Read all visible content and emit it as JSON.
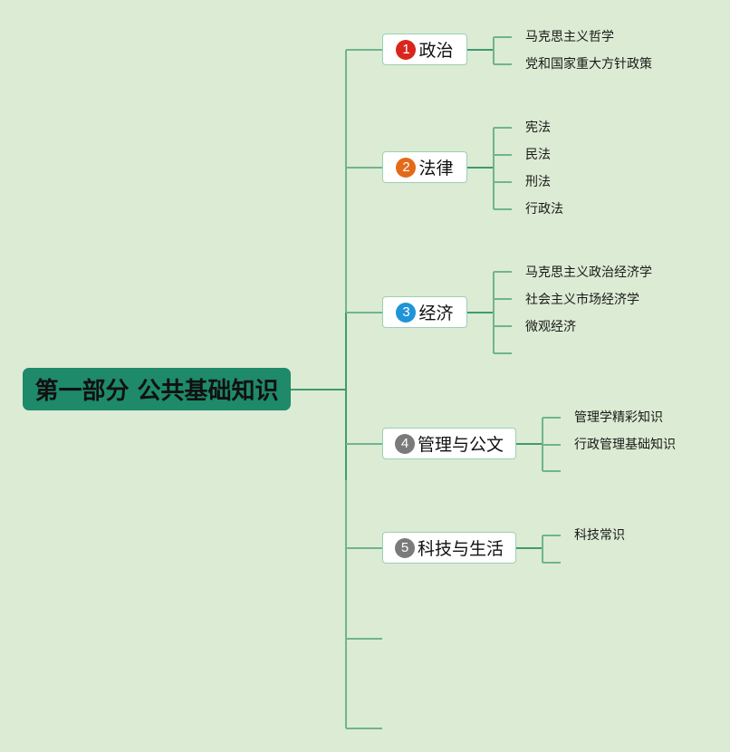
{
  "root": {
    "label": "第一部分 公共基础知识",
    "color": "#1e8a6a"
  },
  "line_color": "#6fb58e",
  "topics": [
    {
      "number": "1",
      "label": "政治",
      "badge_color": "#d8261c",
      "subtopics": [
        "马克思主义哲学",
        "党和国家重大方针政策"
      ]
    },
    {
      "number": "2",
      "label": "法律",
      "badge_color": "#e46a1a",
      "subtopics": [
        "宪法",
        "民法",
        "刑法",
        "行政法"
      ]
    },
    {
      "number": "3",
      "label": "经济",
      "badge_color": "#1f94d8",
      "subtopics": [
        "马克思主义政治经济学",
        "社会主义市场经济学",
        "微观经济",
        ""
      ]
    },
    {
      "number": "4",
      "label": "管理与公文",
      "badge_color": "#7a7a7a",
      "subtopics": [
        "管理学精彩知识",
        "行政管理基础知识",
        ""
      ]
    },
    {
      "number": "5",
      "label": "科技与生活",
      "badge_color": "#7a7a7a",
      "subtopics": [
        "科技常识",
        ""
      ]
    }
  ],
  "empty_branches": 2
}
